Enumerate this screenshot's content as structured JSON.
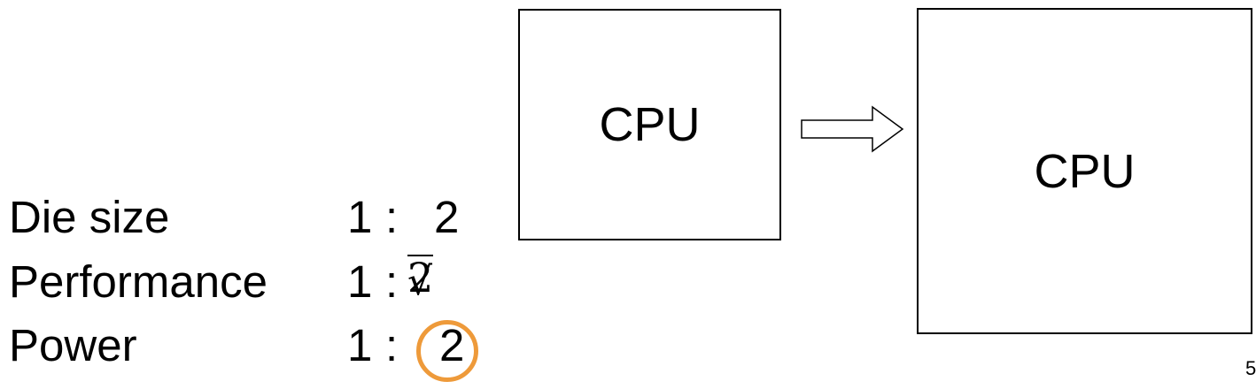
{
  "diagram": {
    "before_box_label": "CPU",
    "after_box_label": "CPU",
    "accent_color": "#ee9a3a"
  },
  "ratios": [
    {
      "label": "Die size",
      "left": "1",
      "sep": ":",
      "right": "2"
    },
    {
      "label": "Performance",
      "left": "1",
      "sep": ":",
      "right_sqrt_radicand": "2"
    },
    {
      "label": "Power",
      "left": "1",
      "sep": ":",
      "right": "2"
    }
  ],
  "page_number": "5"
}
